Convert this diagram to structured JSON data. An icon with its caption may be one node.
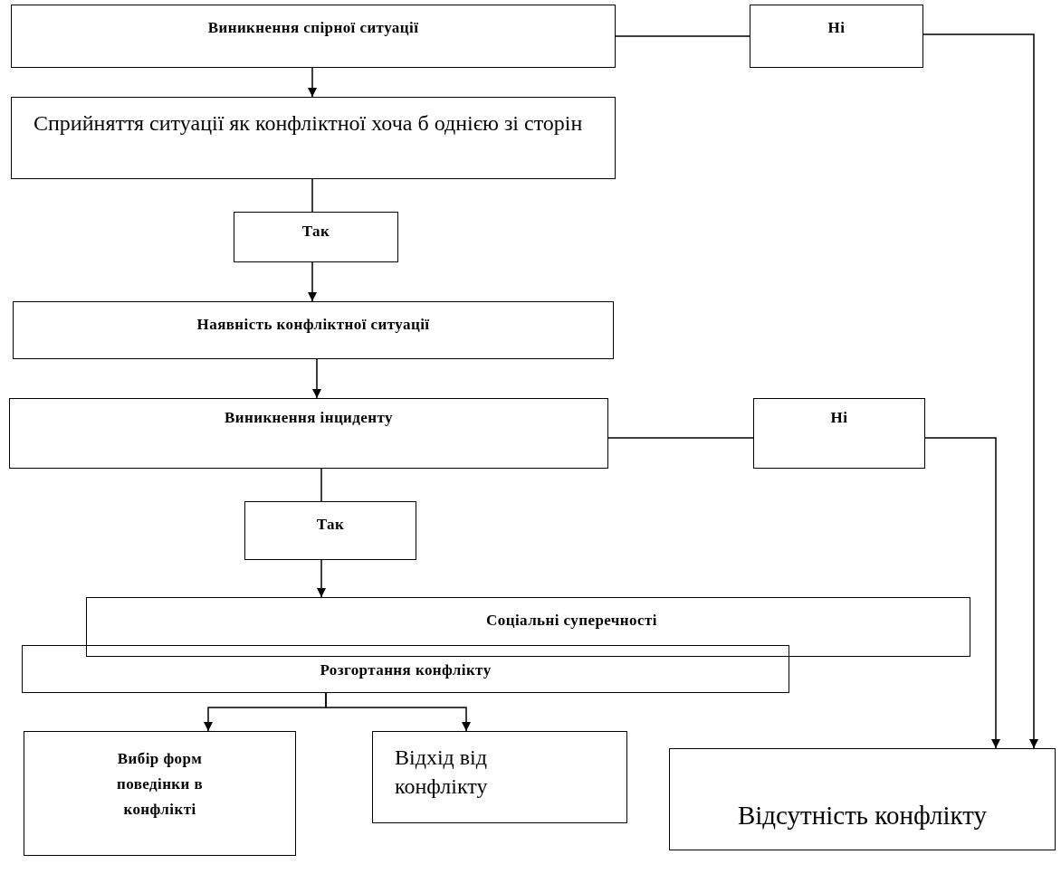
{
  "diagram": {
    "nodes": [
      {
        "text": [
          "Виникнення спірної ситуації"
        ]
      },
      {
        "text": [
          "Ні"
        ]
      },
      {
        "text": [
          "Сприйняття ситуації як конфліктної хоча б однією зі сторін"
        ]
      },
      {
        "text": [
          "Так"
        ]
      },
      {
        "text": [
          "Наявність конфліктної ситуації"
        ]
      },
      {
        "text": [
          "Виникнення інциденту"
        ]
      },
      {
        "text": [
          "Ні"
        ]
      },
      {
        "text": [
          "Так"
        ]
      },
      {
        "text": [
          "Соціальні суперечності"
        ]
      },
      {
        "text": [
          "Розгортання конфлікту"
        ]
      },
      {
        "text": [
          "Вибір форм поведінки в конфлікті"
        ]
      },
      {
        "text": [
          "Відхід від конфлікту"
        ]
      },
      {
        "text": [
          "Відсутність конфлікту"
        ]
      }
    ],
    "edges": [
      {
        "from": 0,
        "to": 1,
        "arrow": "none"
      },
      {
        "from": 1,
        "to": 12,
        "arrow": "to"
      },
      {
        "from": 0,
        "to": 2,
        "arrow": "to"
      },
      {
        "from": 2,
        "to": 3,
        "arrow": "none"
      },
      {
        "from": 3,
        "to": 4,
        "arrow": "to"
      },
      {
        "from": 4,
        "to": 5,
        "arrow": "to"
      },
      {
        "from": 5,
        "to": 6,
        "arrow": "none"
      },
      {
        "from": 6,
        "to": 12,
        "arrow": "to"
      },
      {
        "from": 5,
        "to": 7,
        "arrow": "none"
      },
      {
        "from": 7,
        "to": 8,
        "arrow": "to"
      },
      {
        "from": 9,
        "to": 10,
        "arrow": "to"
      },
      {
        "from": 9,
        "to": 11,
        "arrow": "to"
      }
    ]
  }
}
